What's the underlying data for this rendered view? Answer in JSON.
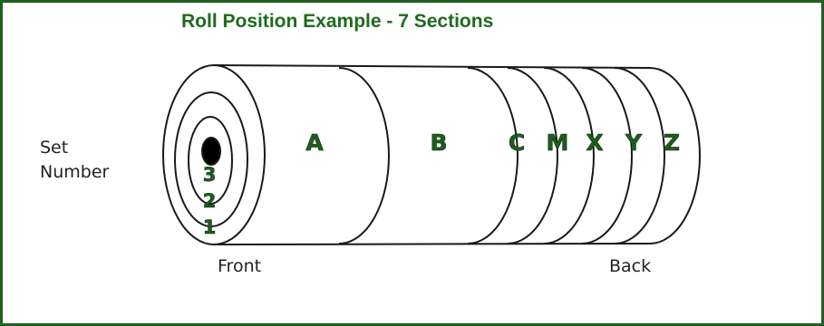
{
  "title": "Roll Position Example - 7 Sections",
  "set_label": [
    "Set",
    "Number"
  ],
  "front_label": "Front",
  "back_label": "Back",
  "sections": [
    "A",
    "B",
    "C",
    "M",
    "X",
    "Y",
    "Z"
  ],
  "set_numbers": [
    "3",
    "2",
    "1"
  ],
  "colors": {
    "title": "#1e6b1e",
    "labels": "#1e5e1e",
    "border": "#1f5f1f",
    "outline": "#1a1a1a"
  }
}
